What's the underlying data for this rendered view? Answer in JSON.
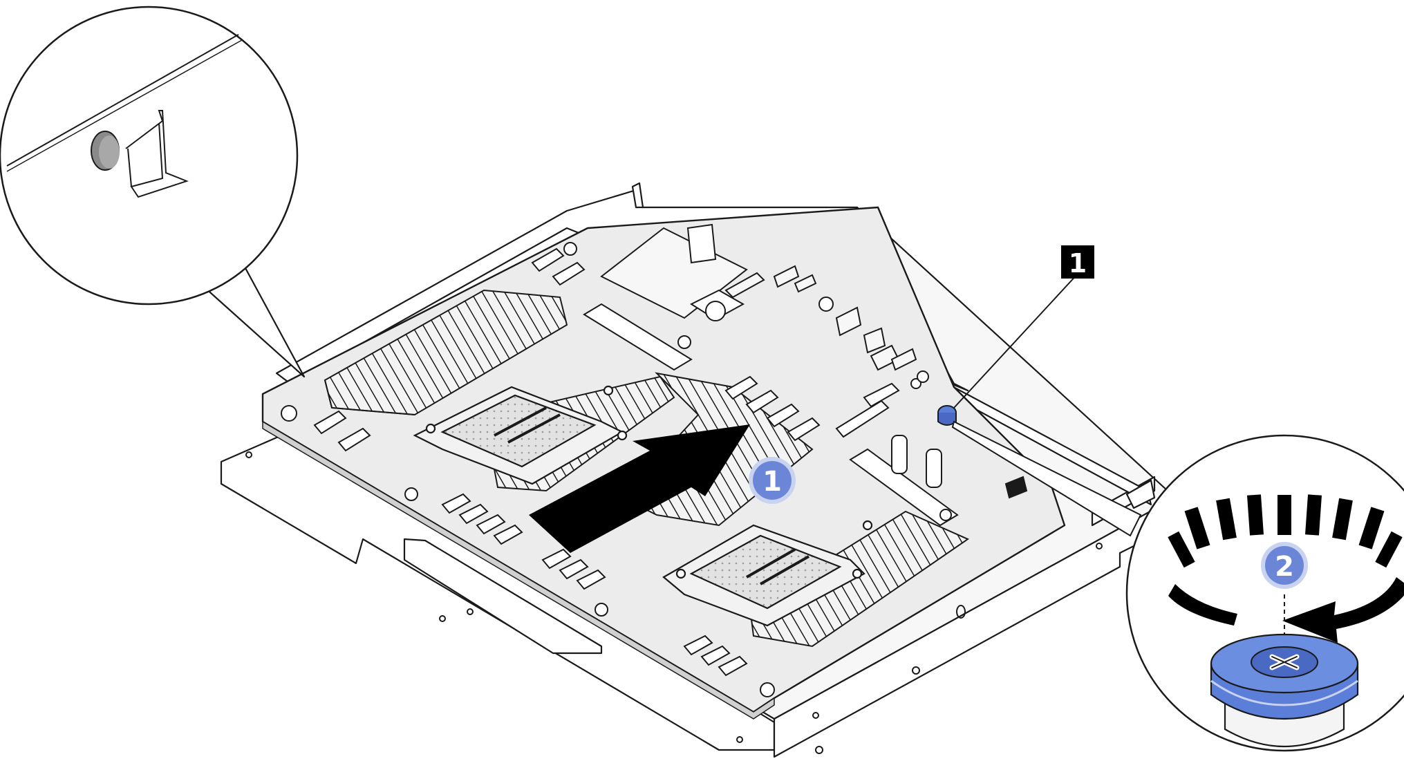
{
  "diagram": {
    "steps": [
      {
        "label": "1",
        "meaning": "slide"
      },
      {
        "label": "2",
        "meaning": "turn"
      }
    ],
    "callouts": [
      {
        "label": "1"
      }
    ],
    "colors": {
      "board": "#ececec",
      "tray": "#ffffff",
      "line": "#1a1a1a",
      "badge": "#6b86d6",
      "badge_ring": "#c9d3f1",
      "screw_blue": "#5b7ed9",
      "arrow": "#000000"
    }
  }
}
